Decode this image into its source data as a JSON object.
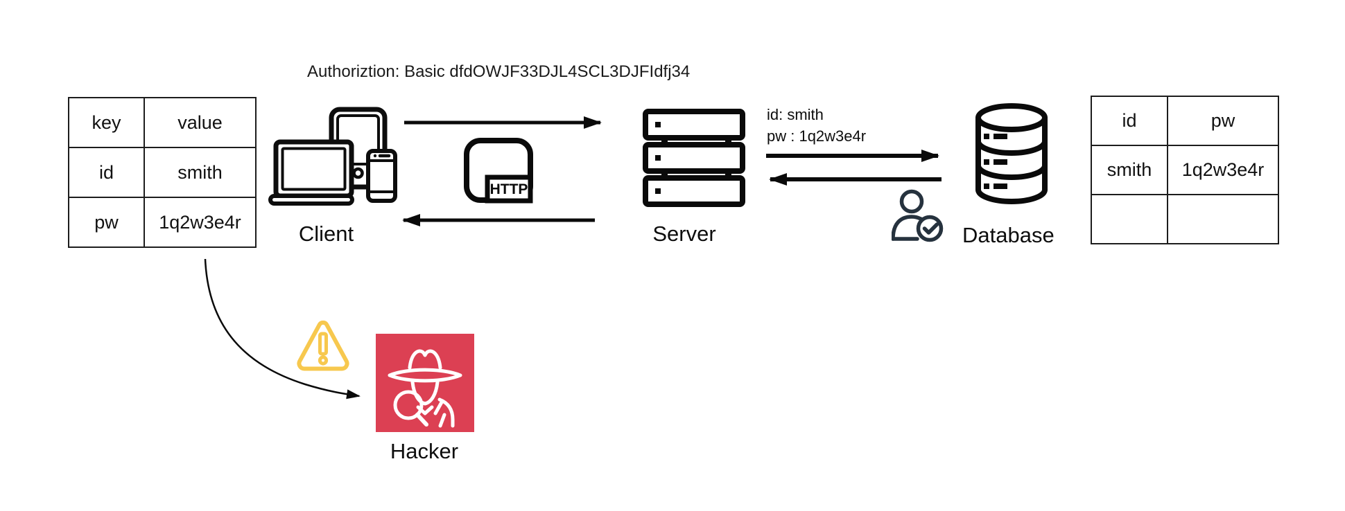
{
  "auth_header": {
    "text": "Authoriztion: Basic dfdOWJF33DJL4SCL3DJFIdfj34"
  },
  "left_table": {
    "headers": [
      "key",
      "value"
    ],
    "rows": [
      [
        "id",
        "smith"
      ],
      [
        "pw",
        "1q2w3e4r"
      ]
    ]
  },
  "right_table": {
    "headers": [
      "id",
      "pw"
    ],
    "rows": [
      [
        "smith",
        "1q2w3e4r"
      ],
      [
        "",
        ""
      ]
    ]
  },
  "labels": {
    "client": "Client",
    "server": "Server",
    "database": "Database",
    "hacker": "Hacker"
  },
  "http_badge": {
    "text": "HTTP"
  },
  "server_db_note": {
    "line1": "id: smith",
    "line2": "pw : 1q2w3e4r"
  },
  "icons": {
    "client": "multi-device-icon",
    "http": "http-protocol-icon",
    "server": "server-stack-icon",
    "database": "database-cylinder-icon",
    "verified_user": "person-check-icon",
    "warning": "warning-triangle-icon",
    "hacker": "spy-icon"
  },
  "colors": {
    "diagram_stroke": "#111111",
    "hacker_bg": "#dc4053",
    "warning_amber": "#f7c84e",
    "person_check": "#26323e",
    "background": "#ffffff"
  }
}
